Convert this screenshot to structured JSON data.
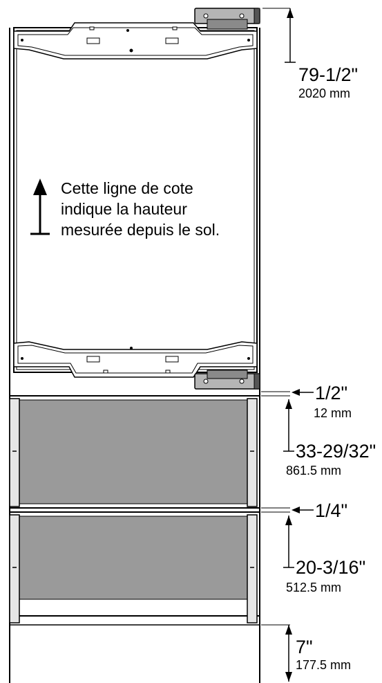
{
  "note": {
    "lines": [
      "Cette ligne de cote",
      "indique la hauteur",
      "mesurée depuis le sol."
    ]
  },
  "dimensions": {
    "top_height": {
      "imperial": "79-1/2\"",
      "metric": "2020 mm"
    },
    "gap_upper": {
      "imperial": "1/2\"",
      "metric": "12 mm"
    },
    "drawer_upper_height": {
      "imperial": "33-29/32\"",
      "metric": "861.5 mm"
    },
    "gap_lower": {
      "imperial": "1/4\""
    },
    "drawer_lower_height": {
      "imperial": "20-3/16\"",
      "metric": "512.5 mm"
    },
    "floor_height": {
      "imperial": "7\"",
      "metric": "177.5 mm"
    }
  },
  "colors": {
    "line": "#000000",
    "panel_gray": "#9a9a9a",
    "rail_light": "#e6e6e6",
    "hinge_gray": "#b5b5b5"
  }
}
